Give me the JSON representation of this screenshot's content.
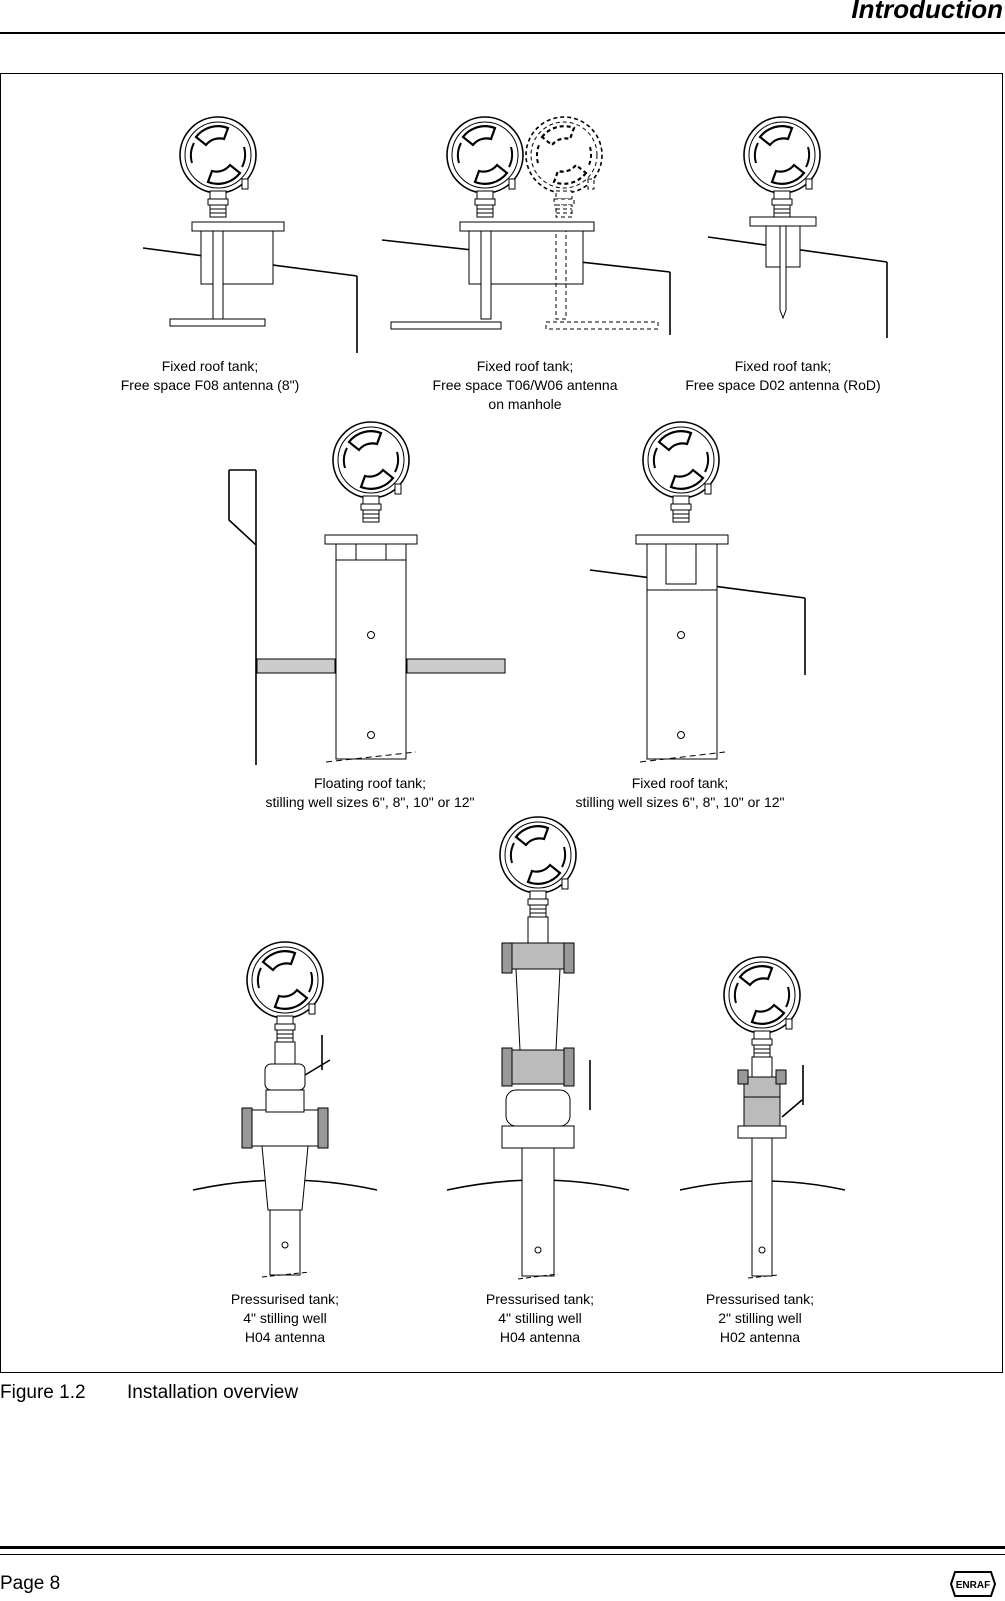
{
  "header": {
    "title": "Introduction"
  },
  "figure": {
    "captions": [
      {
        "lines": [
          "Fixed roof tank;",
          "Free space F08 antenna (8\")"
        ]
      },
      {
        "lines": [
          "Fixed roof tank;",
          "Free space T06/W06 antenna",
          "on manhole"
        ]
      },
      {
        "lines": [
          "Fixed roof tank;",
          "Free space D02 antenna (RoD)"
        ]
      },
      {
        "lines": [
          "Floating roof tank;",
          "stilling well sizes 6\", 8\", 10\" or 12\""
        ]
      },
      {
        "lines": [
          "Fixed roof tank;",
          "stilling well sizes 6\", 8\", 10\" or 12\""
        ]
      },
      {
        "lines": [
          "Pressurised tank;",
          "4\" stilling well",
          "H04 antenna"
        ]
      },
      {
        "lines": [
          "Pressurised tank;",
          "4\" stilling well",
          "H04 antenna"
        ]
      },
      {
        "lines": [
          "Pressurised tank;",
          "2\" stilling well",
          "H02 antenna"
        ]
      }
    ],
    "number": "Figure 1.2",
    "title": "Installation overview"
  },
  "footer": {
    "page": "Page 8",
    "logo_text": "ENRAF"
  }
}
